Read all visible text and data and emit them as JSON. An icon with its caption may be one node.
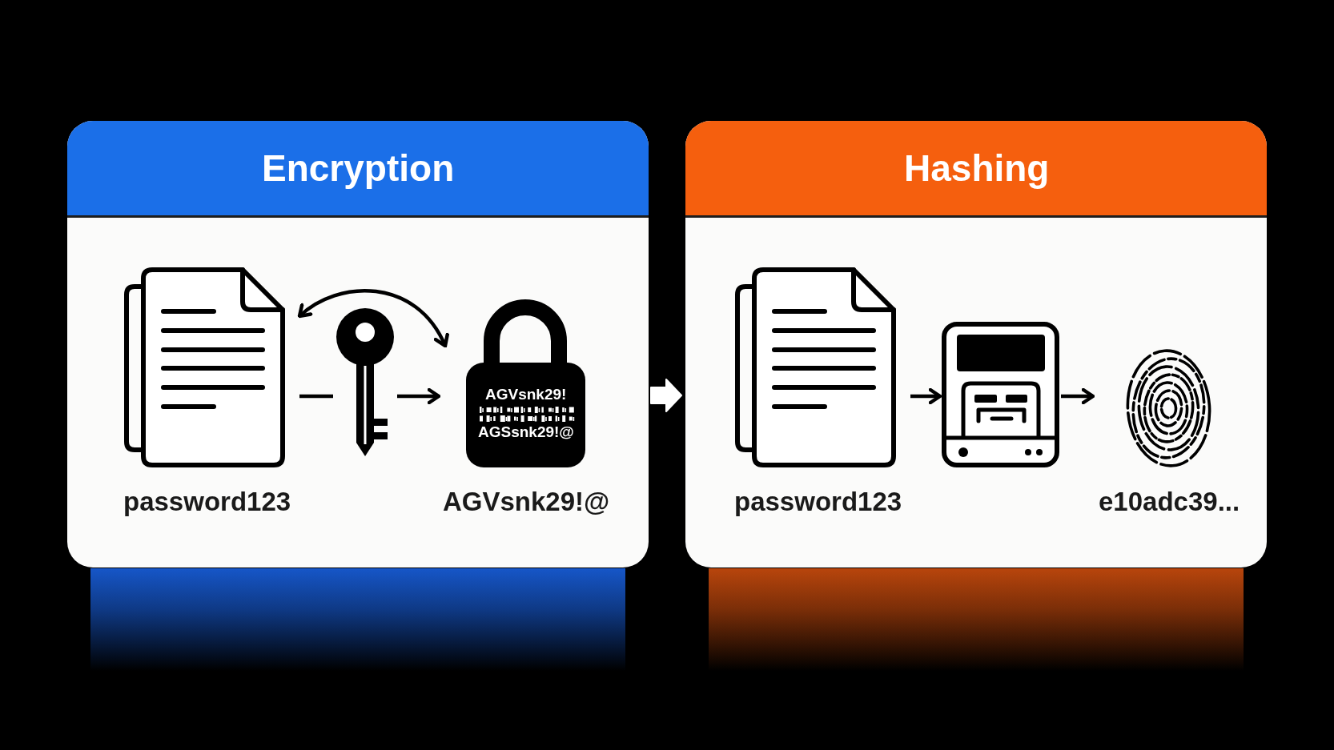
{
  "diagram": {
    "nodes": [
      {
        "text": [
          "Encryption"
        ]
      },
      {
        "text": [
          "password123"
        ],
        "in": 0
      },
      {
        "text": [],
        "shape": "picture",
        "in": 0
      },
      {
        "text": [
          "AGVsnk29!",
          "AGSsnk29!@",
          "AGVsnk29!@"
        ],
        "in": 0
      },
      {
        "text": [
          "Hashing"
        ]
      },
      {
        "text": [
          "password123"
        ],
        "in": 4
      },
      {
        "text": [],
        "shape": "picture",
        "in": 4
      },
      {
        "text": [
          "e10adc39..."
        ],
        "in": 4
      }
    ],
    "edges": [
      {
        "from": 1,
        "to": 3,
        "arrow": "both"
      },
      {
        "from": 1,
        "to": 2,
        "arrow": "none"
      },
      {
        "from": 2,
        "to": 3,
        "arrow": "to"
      },
      {
        "from": 0,
        "to": 4,
        "arrow": "to",
        "style": "thick"
      },
      {
        "from": 5,
        "to": 6,
        "arrow": "to"
      },
      {
        "from": 6,
        "to": 7,
        "arrow": "to"
      }
    ]
  }
}
